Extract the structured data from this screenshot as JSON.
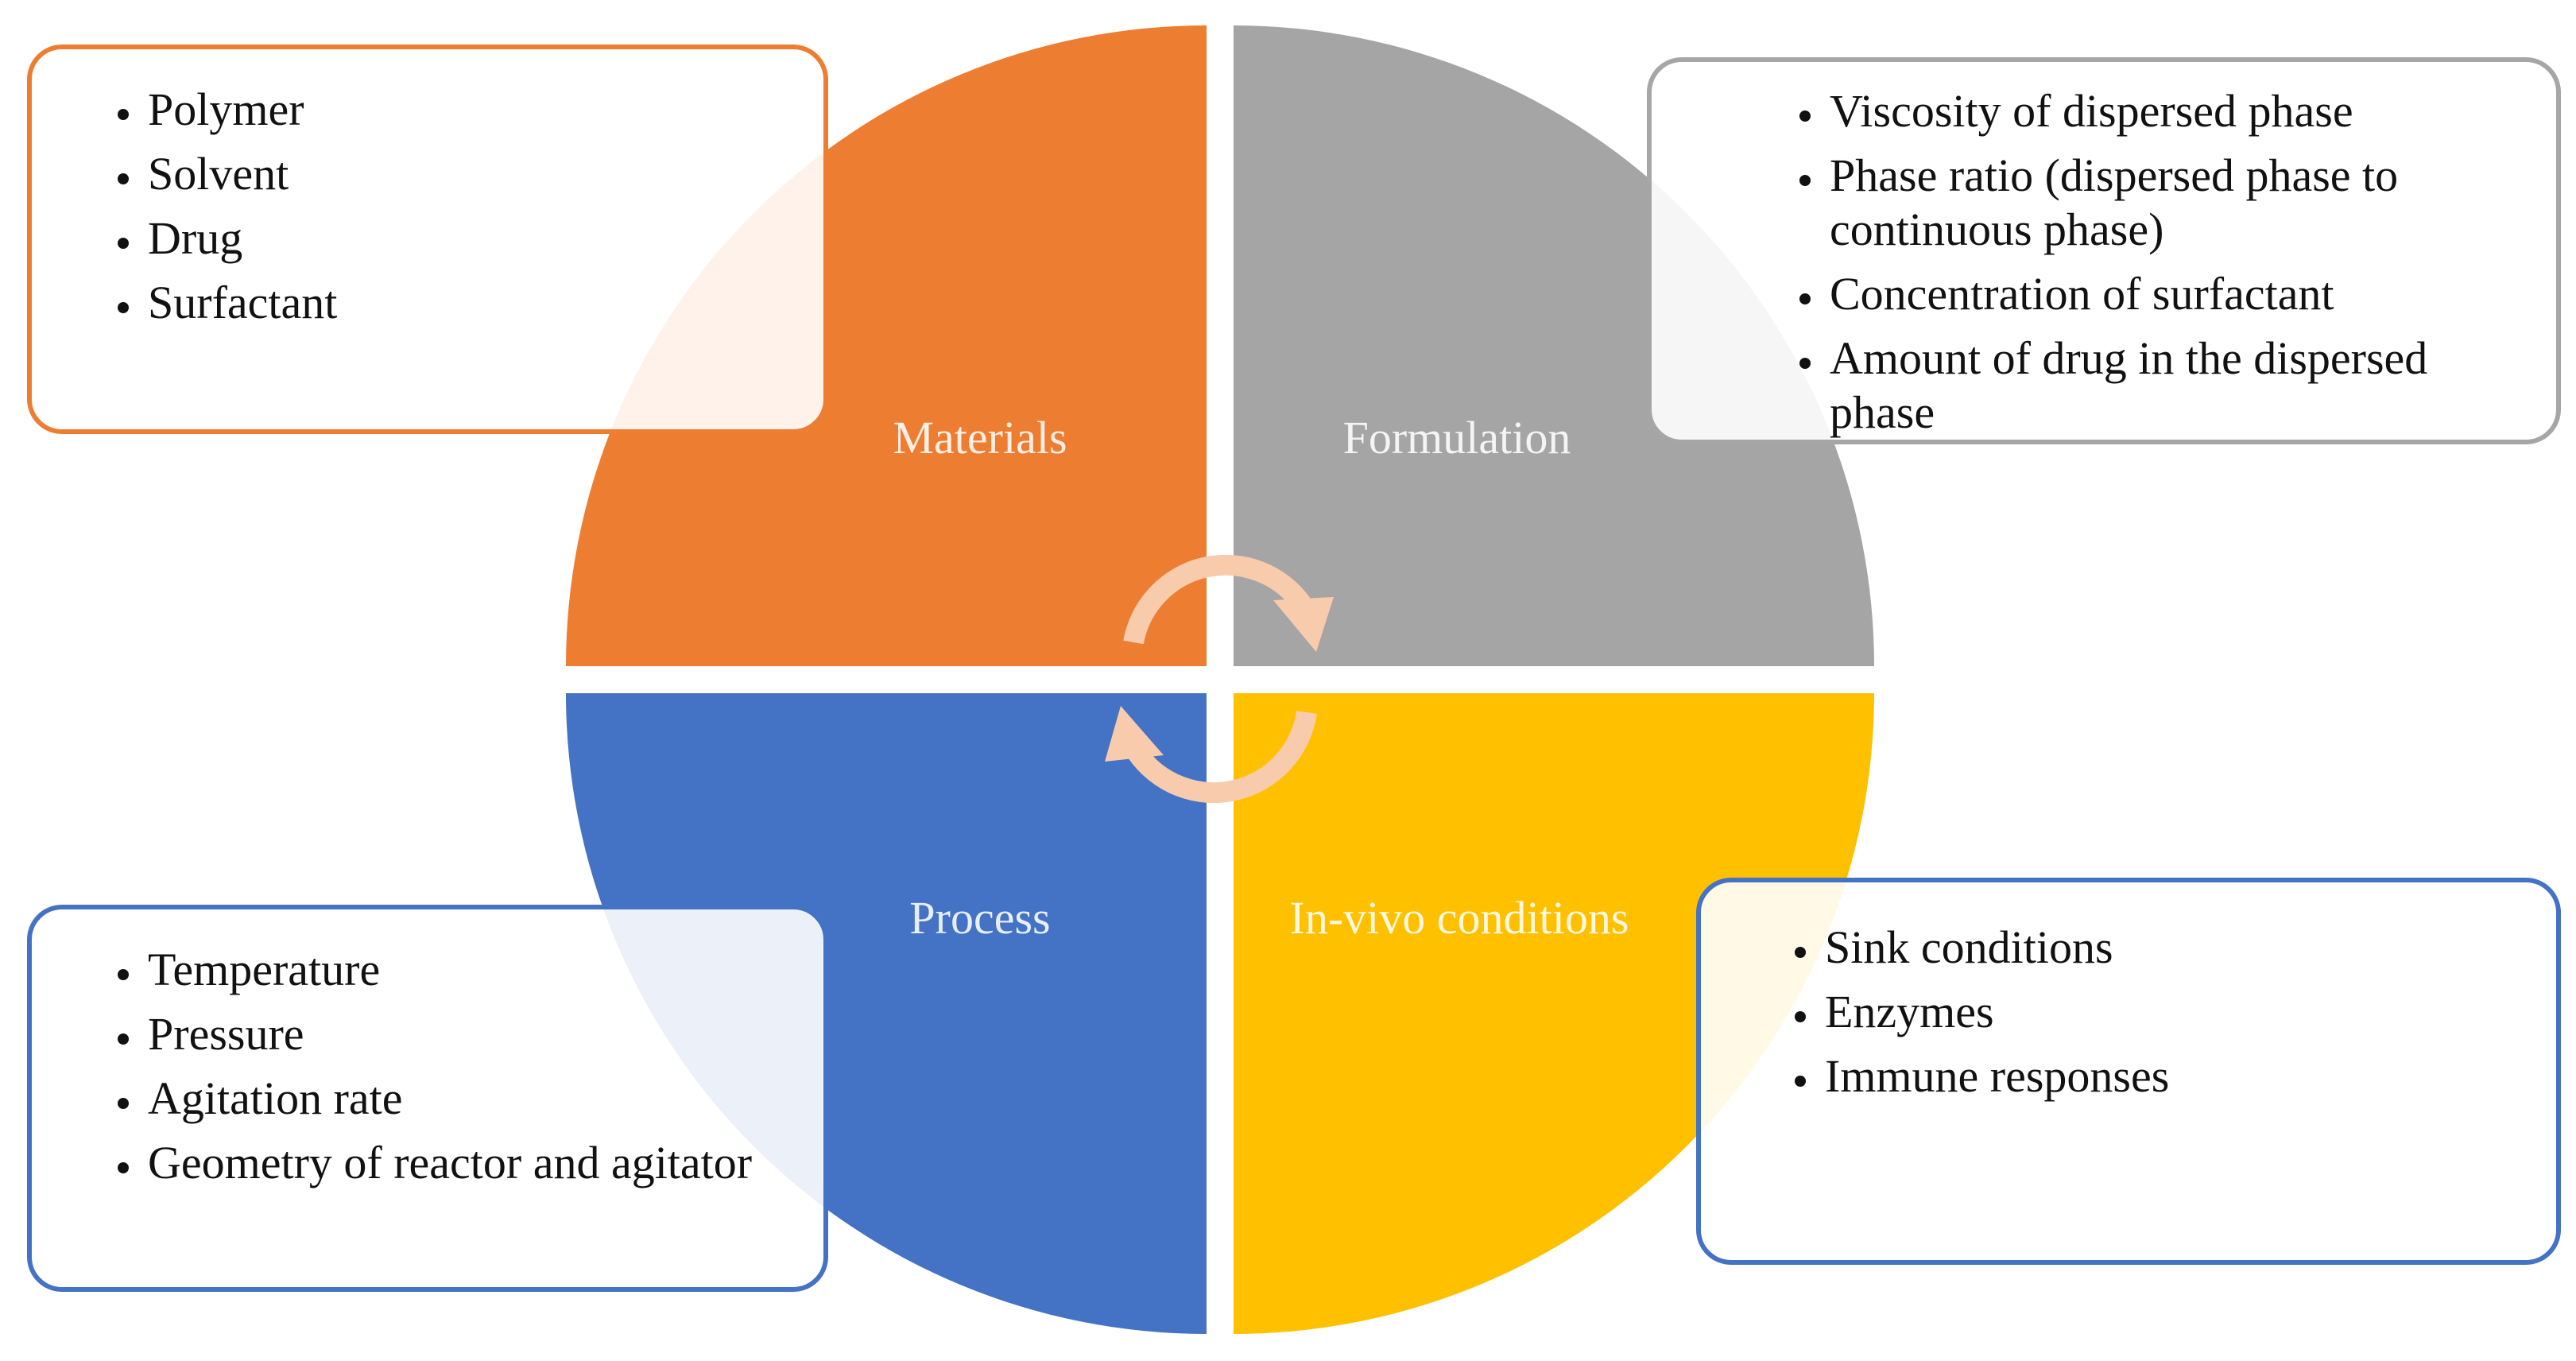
{
  "colors": {
    "materials": "#ED7D31",
    "formulation": "#A5A5A5",
    "process": "#4472C4",
    "invivo": "#FFC000",
    "cycle_arrows": "#F8CBAD"
  },
  "quadrants": {
    "materials": "Materials",
    "formulation": "Formulation",
    "process": "Process",
    "invivo": "In-vivo conditions"
  },
  "boxes": {
    "materials": {
      "items": [
        "Polymer",
        "Solvent",
        "Drug",
        "Surfactant"
      ]
    },
    "formulation": {
      "items": [
        "Viscosity  of dispersed phase",
        "Phase ratio (dispersed phase to continuous phase)",
        "Concentration of surfactant",
        "Amount of drug in the dispersed phase"
      ]
    },
    "process": {
      "items": [
        "Temperature",
        "Pressure",
        "Agitation rate",
        "Geometry of reactor and agitator"
      ]
    },
    "invivo": {
      "items": [
        "Sink conditions",
        "Enzymes",
        "Immune responses"
      ]
    }
  },
  "icons": {
    "cycle": "circular-arrows-icon"
  }
}
